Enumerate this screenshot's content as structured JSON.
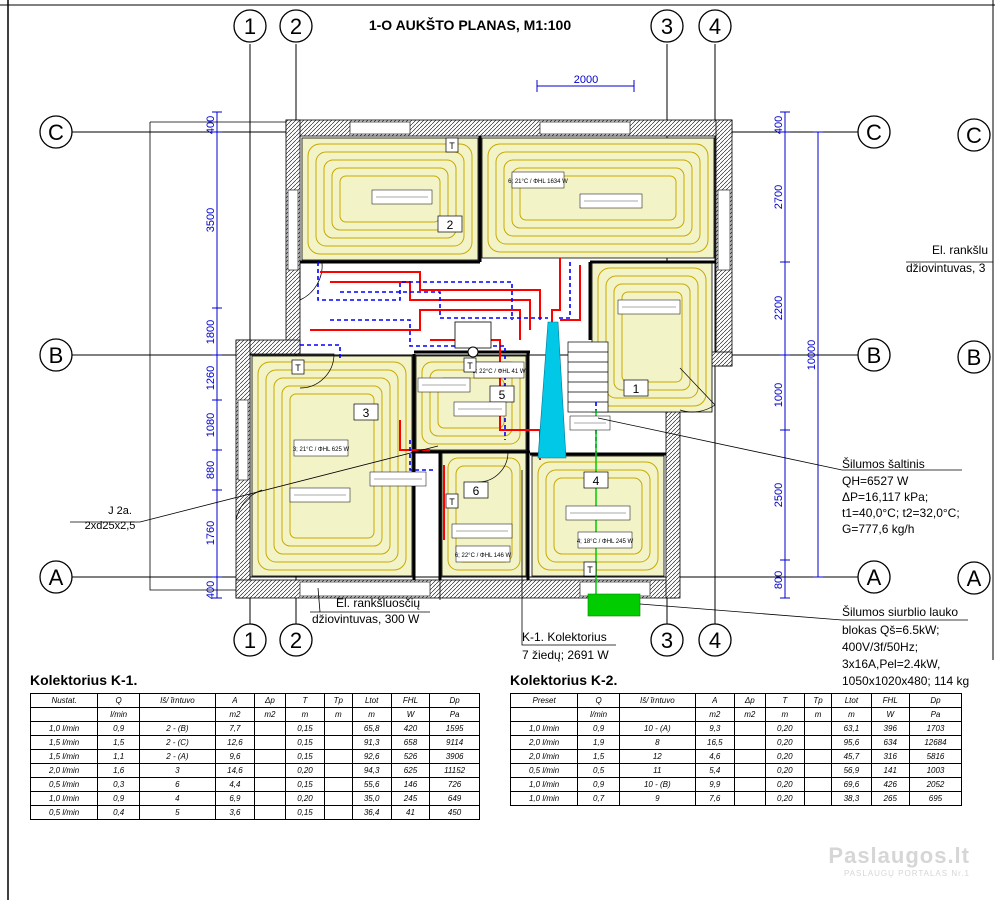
{
  "title": "1-O AUKŠTO PLANAS, M1:100",
  "axes": {
    "n1": "1",
    "n2": "2",
    "n3": "3",
    "n4": "4",
    "A": "A",
    "B": "B",
    "C": "C"
  },
  "dims": {
    "top": "2000",
    "left": [
      "3500",
      "1800",
      "1260",
      "1080",
      "880",
      "1760",
      "400",
      "400"
    ],
    "right": [
      "2700",
      "2200",
      "1000",
      "2500",
      "800",
      "400"
    ],
    "total": "10000"
  },
  "rooms": [
    "1",
    "2",
    "3",
    "4",
    "5",
    "6"
  ],
  "zone_labels": {
    "r2": "6; 21°C / ΦHL 1634 W",
    "r3": "3; 21°C / ΦHL 625 W",
    "r5": "5; 22°C / ΦHL 41 W",
    "r6": "6; 22°C / ΦHL 146 W",
    "r4": "4; 18°C / ΦHL 245 W"
  },
  "thermostat": "T",
  "notes": {
    "radiator_right_1": "El. rankšlu",
    "radiator_right_2": "džiovintuvas, 3",
    "radiator_bottom_1": "El. rankšluosčių",
    "radiator_bottom_2": "džiovintuvas, 300 W",
    "pipe_1": "J 2a.",
    "pipe_2": "2xd25x2,5",
    "collector_1": "K-1. Kolektorius",
    "collector_2": "7 žiedų; 2691 W",
    "source": [
      "Šilumos šaltinis",
      "QH=6527 W",
      "ΔP=16,117 kPa;",
      "t1=40,0°C; t2=32,0°C;",
      "G=777,6 kg/h"
    ],
    "heatpump": [
      "Šilumos siurblio lauko",
      "blokas Qš=6.5kW;",
      "400V/3f/50Hz;",
      "3x16A,Pel=2.4kW,",
      "1050x1020x480; 114 kg"
    ]
  },
  "k1": {
    "title": "Kolektorius K-1.",
    "headers": [
      "Nustat.",
      "Q",
      "Iš/ ĩrntuvo",
      "A",
      "Δp",
      "T",
      "Tp",
      "Ltot",
      "FHL",
      "Dp"
    ],
    "units": [
      "",
      "l/min",
      "",
      "m2",
      "m2",
      "m",
      "m",
      "m",
      "W",
      "Pa"
    ],
    "rows": [
      [
        "1,0 l/min",
        "0,9",
        "2 - (B)",
        "7,7",
        "",
        "0,15",
        "",
        "65,8",
        "420",
        "1595"
      ],
      [
        "1,5 l/min",
        "1,5",
        "2 - (C)",
        "12,6",
        "",
        "0,15",
        "",
        "91,3",
        "658",
        "9114"
      ],
      [
        "1,5 l/min",
        "1,1",
        "2 - (A)",
        "9,6",
        "",
        "0,15",
        "",
        "92,6",
        "526",
        "3906"
      ],
      [
        "2,0 l/min",
        "1,6",
        "3",
        "14,6",
        "",
        "0,20",
        "",
        "94,3",
        "625",
        "11152"
      ],
      [
        "0,5 l/min",
        "0,3",
        "6",
        "4,4",
        "",
        "0,15",
        "",
        "55,6",
        "146",
        "726"
      ],
      [
        "1,0 l/min",
        "0,9",
        "4",
        "6,9",
        "",
        "0,20",
        "",
        "35,0",
        "245",
        "649"
      ],
      [
        "0,5 l/min",
        "0,4",
        "5",
        "3,6",
        "",
        "0,15",
        "",
        "36,4",
        "41",
        "450"
      ]
    ]
  },
  "k2": {
    "title": "Kolektorius K-2.",
    "headers": [
      "Preset",
      "Q",
      "Iš/ ĩrntuvo",
      "A",
      "Δp",
      "T",
      "Tp",
      "Ltot",
      "FHL",
      "Dp"
    ],
    "units": [
      "",
      "l/min",
      "",
      "m2",
      "m2",
      "m",
      "m",
      "m",
      "W",
      "Pa"
    ],
    "rows": [
      [
        "1,0 l/min",
        "0,9",
        "10 - (A)",
        "9,3",
        "",
        "0,20",
        "",
        "63,1",
        "396",
        "1703"
      ],
      [
        "2,0 l/min",
        "1,9",
        "8",
        "16,5",
        "",
        "0,20",
        "",
        "95,6",
        "634",
        "12684"
      ],
      [
        "2,0 l/min",
        "1,5",
        "12",
        "4,6",
        "",
        "0,20",
        "",
        "45,7",
        "316",
        "5816"
      ],
      [
        "0,5 l/min",
        "0,5",
        "11",
        "5,4",
        "",
        "0,20",
        "",
        "56,9",
        "141",
        "1003"
      ],
      [
        "1,0 l/min",
        "0,9",
        "10 - (B)",
        "9,9",
        "",
        "0,20",
        "",
        "69,6",
        "426",
        "2052"
      ],
      [
        "1,0 l/min",
        "0,7",
        "9",
        "7,6",
        "",
        "0,20",
        "",
        "38,3",
        "265",
        "695"
      ]
    ]
  },
  "watermark": {
    "brand": "Paslaugos.lt",
    "sub": "PASLAUGŲ PORTALAS",
    "nr": "Nr.1"
  },
  "colors": {
    "floor_heating": "#f3f3c8",
    "loop": "#c8a800",
    "supply": "#ff0000",
    "return": "#0000ff",
    "collector": "#00c8e6",
    "outdoor_unit": "#00cc00",
    "dims": "#0000cc"
  }
}
